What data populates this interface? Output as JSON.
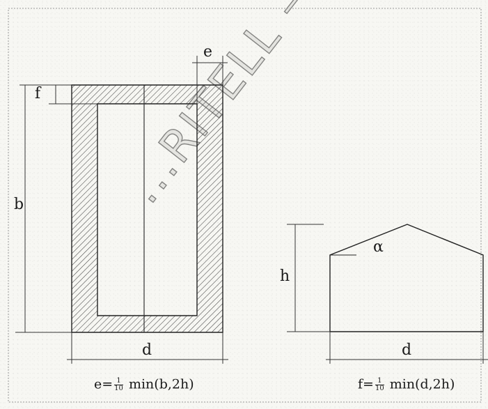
{
  "labels": {
    "e": "e",
    "f": "f",
    "b": "b",
    "d_left": "d",
    "h": "h",
    "alpha": "α",
    "d_right": "d"
  },
  "formula_left": {
    "prefix": "e=",
    "num": "1",
    "den": "10",
    "suffix": " min(b,2h)"
  },
  "formula_right": {
    "prefix": "f=",
    "num": "1",
    "den": "10",
    "suffix": " min(d,2h)"
  },
  "watermark": "...RITELL — GAZZETTA U..."
}
